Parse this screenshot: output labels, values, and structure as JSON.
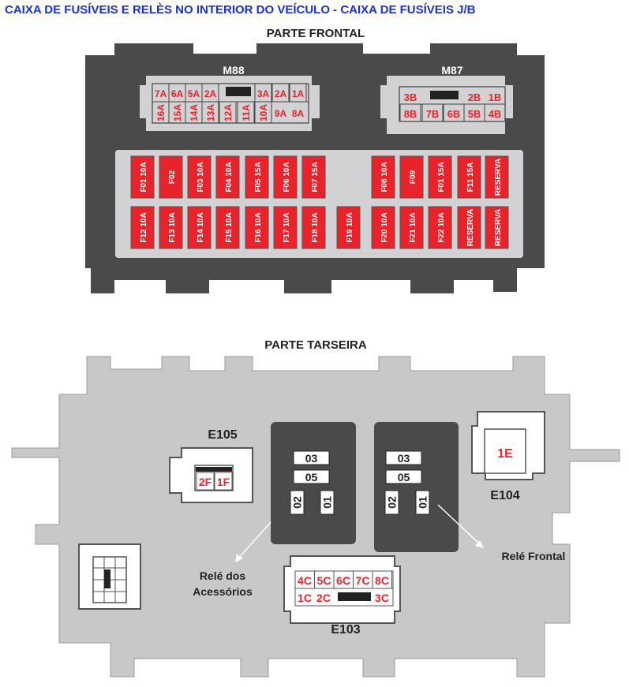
{
  "title": "CAIXA DE FUSÍVEIS E RELÈS NO INTERIOR DO VEÍCULO - CAIXA DE FUSÍVEIS J/B",
  "front": {
    "heading": "PARTE FRONTAL",
    "m88": {
      "label": "M88",
      "top_row": [
        "7A",
        "6A",
        "5A",
        "2A",
        "3A",
        "2A",
        "1A"
      ],
      "bottom_row": [
        "16A",
        "15A",
        "14A",
        "13A",
        "12A",
        "11A",
        "10A",
        "9A",
        "8A"
      ]
    },
    "m87": {
      "label": "M87",
      "top_row": [
        "3B",
        "2B",
        "1B"
      ],
      "bottom_row": [
        "8B",
        "7B",
        "6B",
        "5B",
        "4B"
      ]
    },
    "fuses_row1": [
      "F01 10A",
      "F02",
      "F03 10A",
      "F04 10A",
      "F05 15A",
      "F06 10A",
      "F07 15A",
      "F08 10A",
      "F09",
      "F01 15A",
      "F11 15A",
      "RESERVA"
    ],
    "fuses_row2": [
      "F12 10A",
      "F13 10A",
      "F14 10A",
      "F15 10A",
      "F16 10A",
      "F17 10A",
      "F18 10A",
      "F19 10A",
      "F20 10A",
      "F21 10A",
      "F22 10A",
      "RESERVA",
      "RESERVA"
    ]
  },
  "rear": {
    "heading": "PARTE TARSEIRA",
    "e105": {
      "label": "E105",
      "pins": [
        "2F",
        "1F"
      ]
    },
    "relay_left": {
      "pins": [
        "03",
        "05",
        "02",
        "01"
      ],
      "caption_line1": "Relé dos",
      "caption_line2": "Acessórios"
    },
    "relay_right": {
      "pins": [
        "03",
        "05",
        "02",
        "01"
      ],
      "caption": "Relé Frontal"
    },
    "e104": {
      "label": "E104",
      "pin": "1E"
    },
    "e103": {
      "label": "E103",
      "top_row": [
        "4C",
        "5C",
        "6C",
        "7C",
        "8C"
      ],
      "bottom_row": [
        "1C",
        "2C",
        "3C"
      ]
    }
  },
  "colors": {
    "fuse_red": "#e8232b",
    "dark_box": "#4a4a4c",
    "light_box": "#c8c8ca",
    "title_blue": "#1a2fd6"
  }
}
